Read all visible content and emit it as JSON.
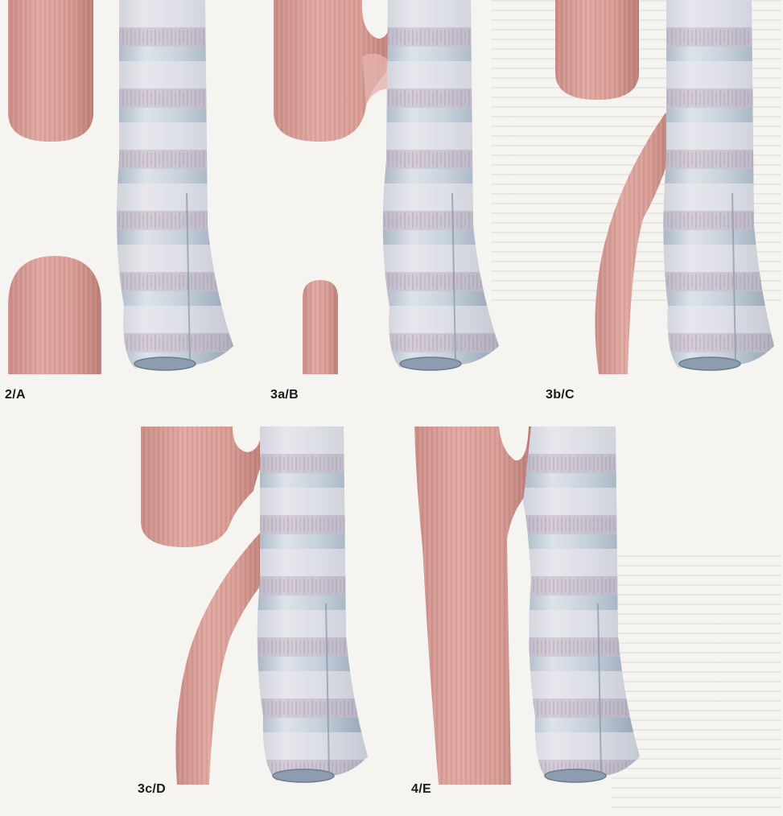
{
  "figure": {
    "panels": [
      {
        "id": "A",
        "label": "2/A"
      },
      {
        "id": "B",
        "label": "3a/B"
      },
      {
        "id": "C",
        "label": "3b/C"
      },
      {
        "id": "D",
        "label": "3c/D"
      },
      {
        "id": "E",
        "label": "4/E"
      }
    ]
  },
  "colors": {
    "background": "#f6f4f1",
    "esophagus": "#d9a39b",
    "esophagus_dark": "#b97d75",
    "trachea": "#c9d3de",
    "trachea_ring": "#dfd7de",
    "trachea_shadow": "#9aa9b9"
  }
}
